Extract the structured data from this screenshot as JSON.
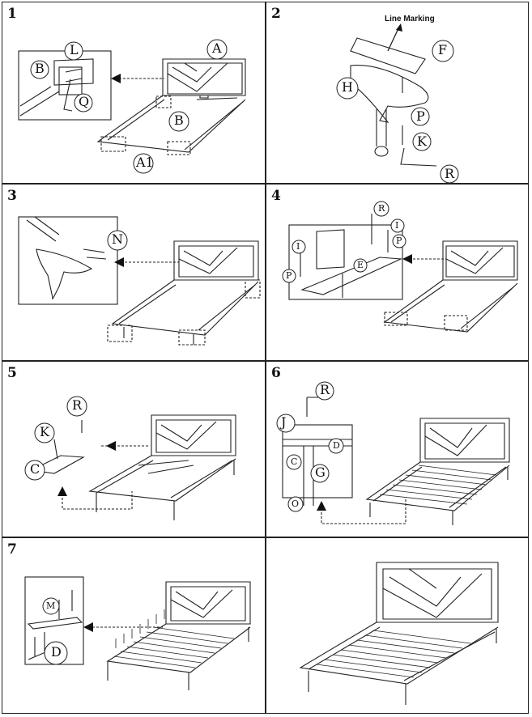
{
  "steps": [
    {
      "number": "1",
      "labels": {
        "a": "A",
        "b": "B",
        "b2": "B",
        "l": "L",
        "q": "Q",
        "a1": "A1"
      }
    },
    {
      "number": "2",
      "labels": {
        "note": "Line Marking",
        "f": "F",
        "h": "H",
        "p": "P",
        "k": "K",
        "r": "R"
      }
    },
    {
      "number": "3",
      "labels": {
        "n": "N"
      }
    },
    {
      "number": "4",
      "labels": {
        "r": "R",
        "i": "I",
        "p": "P",
        "i2": "I",
        "p2": "P",
        "e": "E"
      }
    },
    {
      "number": "5",
      "labels": {
        "r": "R",
        "k": "K",
        "c": "C"
      }
    },
    {
      "number": "6",
      "labels": {
        "r": "R",
        "j": "J",
        "d": "D",
        "c": "C",
        "g": "G",
        "o": "O"
      }
    },
    {
      "number": "7",
      "labels": {
        "m": "M",
        "d": "D"
      }
    },
    {
      "number": "",
      "labels": {}
    }
  ]
}
